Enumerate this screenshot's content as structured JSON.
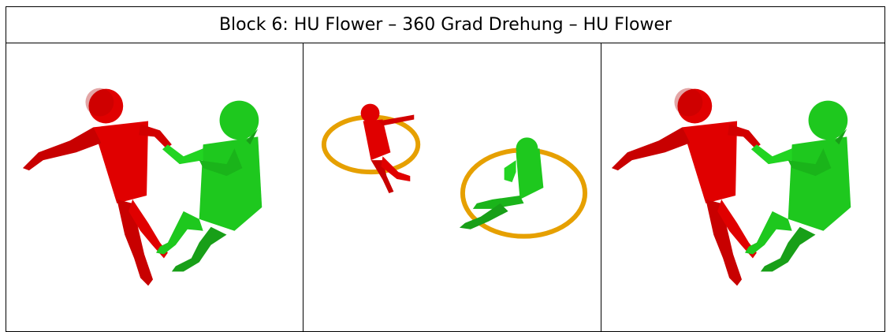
{
  "block_title": "Block 6: HU Flower – 360 Grad Drehung – HU Flower",
  "panels": [
    {
      "pose": "HU Flower"
    },
    {
      "pose": "360 Grad Drehung"
    },
    {
      "pose": "HU Flower"
    }
  ],
  "colors": {
    "red_figure": "#e00000",
    "green_figure": "#1ec81e",
    "ring": "#e6a000"
  }
}
